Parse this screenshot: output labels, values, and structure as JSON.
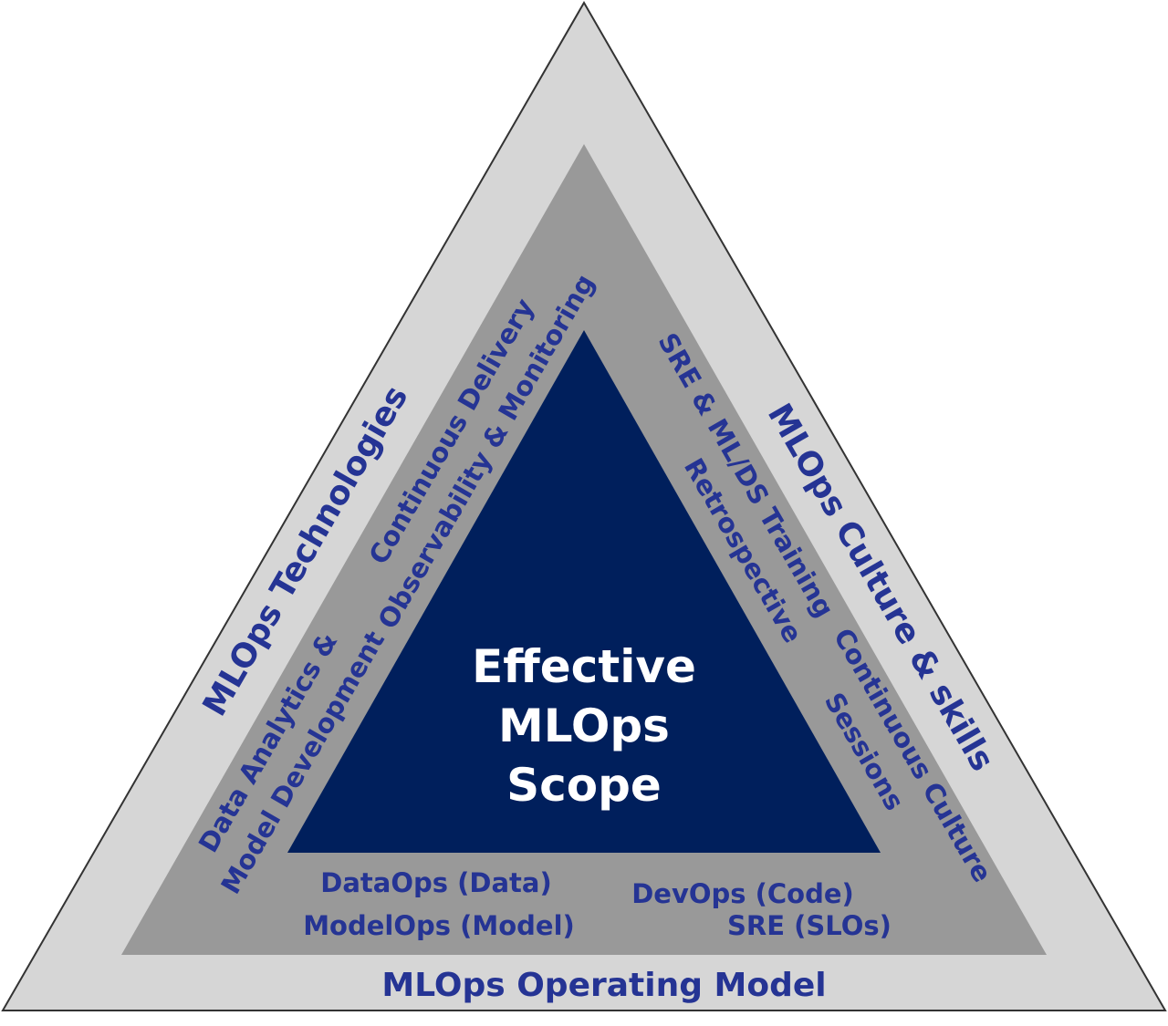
{
  "colors": {
    "outer_fill": "#d6d6d6",
    "middle_fill": "#999999",
    "inner_fill": "#001f5c",
    "text_blue": "#253494",
    "center_text": "#ffffff",
    "outline": "#333333"
  },
  "outer": {
    "left_label": "MLOps Technologies",
    "right_label": "MLOps Culture & skills",
    "bottom_label": "MLOps Operating Model"
  },
  "middle": {
    "left": {
      "upper_line1": "Continuous Delivery",
      "upper_line2": "Observability & Monitoring",
      "lower_line1": "Data Analytics &",
      "lower_line2": "Model Development"
    },
    "right": {
      "upper_line1": "SRE & ML/DS Training",
      "upper_line2": "Retrospective",
      "lower_line1": "Continuous Culture",
      "lower_line2": "Sessions"
    },
    "bottom": {
      "left_line1": "DataOps (Data)",
      "left_line2": "ModelOps (Model)",
      "right_line1": "DevOps (Code)",
      "right_line2": "SRE (SLOs)"
    }
  },
  "center": {
    "line1": "Effective",
    "line2": "MLOps",
    "line3": "Scope"
  }
}
